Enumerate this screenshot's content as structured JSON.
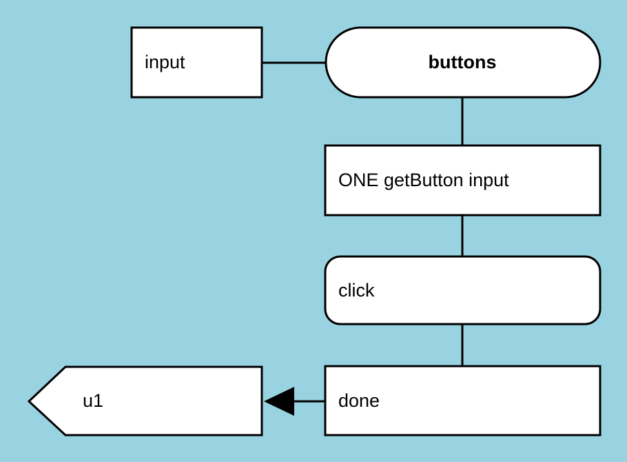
{
  "diagram": {
    "background_color": "#99d3e1",
    "node_fill_color": "#ffffff",
    "node_stroke_color": "#000000",
    "nodes": [
      {
        "id": "input",
        "label": "input",
        "shape": "rectangle",
        "text_align": "left",
        "bold": false
      },
      {
        "id": "buttons",
        "label": "buttons",
        "shape": "stadium",
        "text_align": "center",
        "bold": true
      },
      {
        "id": "one-getbutton-input",
        "label": "ONE getButton input",
        "shape": "rectangle",
        "text_align": "left",
        "bold": false
      },
      {
        "id": "click",
        "label": "click",
        "shape": "rounded-rectangle",
        "text_align": "left",
        "bold": false
      },
      {
        "id": "done",
        "label": "done",
        "shape": "rectangle",
        "text_align": "left",
        "bold": false
      },
      {
        "id": "u1",
        "label": "u1",
        "shape": "left-pointing-pentagon",
        "text_align": "left",
        "bold": false
      }
    ],
    "edges": [
      {
        "id": "input-to-buttons",
        "from": "input",
        "to": "buttons",
        "arrow": false,
        "orientation": "horizontal"
      },
      {
        "id": "buttons-to-one-getbutton-input",
        "from": "buttons",
        "to": "one-getbutton-input",
        "arrow": false,
        "orientation": "vertical"
      },
      {
        "id": "one-getbutton-input-to-click",
        "from": "one-getbutton-input",
        "to": "click",
        "arrow": false,
        "orientation": "vertical"
      },
      {
        "id": "click-to-done",
        "from": "click",
        "to": "done",
        "arrow": false,
        "orientation": "vertical"
      },
      {
        "id": "done-to-u1",
        "from": "done",
        "to": "u1",
        "arrow": true,
        "orientation": "horizontal"
      }
    ]
  }
}
